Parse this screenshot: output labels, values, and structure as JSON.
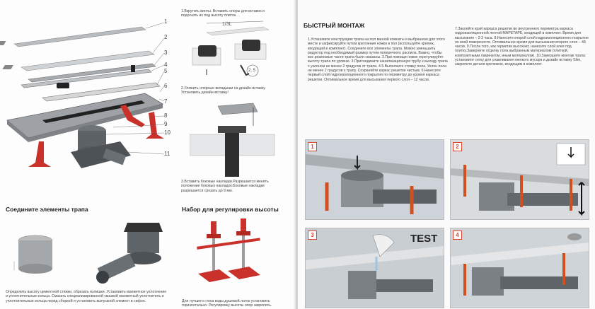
{
  "left_page": {
    "diagram_numbers": [
      "1",
      "2",
      "3",
      "4",
      "5",
      "6",
      "7",
      "8",
      "9",
      "10",
      "11"
    ],
    "step1_text": "1.Вкрутить винты. Вставить опоры для вставок и подогнать их под высоту плиток.",
    "fraction_label": "1/3L",
    "hex_key_label": "2, 5",
    "step2_text": "2.Уложить опорные вкладыши на дизайн-вставку. Установить дизайн-вставку!",
    "step3_text": "3.Вставить боковые накладки.Разрешается менять положение боковых накладок.Боковые накладки разрешается срезать до 9 мм.",
    "section_connect_title": "Соедините элементы трапа",
    "section_height_title": "Набор для регулировки высоты",
    "connect_text": "Определить высоту цементной стяжки, обрезать излишки. Установить манжетное уплотнение и уплотнительные кольца. Смазать специализированной смазкой манжетный уплотнитель и уплотнительные кольца перед сборкой и установить выпускной элемент в сифон.",
    "height_text": "Для лучшего стока воды душевой лоток установить горизонтально. Регулировку высоты опор закрепить."
  },
  "right_page": {
    "title": "БЫСТРЫЙ МОНТАЖ",
    "col1_text": "1.Установите конструкцию трапа на пол ванной комнаты в выбранном для этого месте и зафиксируйте путем крепления ножек в пол (используйте крепеж, входящий в комплект). Соедините все элементы трапа. Можно уменьшить редуктор под необходимый размер путем поперечного распила. Важно, чтобы все резиновые части трапа были смазаны. 2.При помощи ножек отрегулируйте высоту трапа по уровню. 3.Присоедините канализационную трубу к выходу трапа с уклоном не менее 2 градусов от трапа. 4.5.Выполните стяжку пола. Уклон пола не менее 2 градусов к трапу. Сохраняйте каркас решетки чистым. 6.Нанесите первый слой гидроизоляционного покрытия по периметру до уровня каркаса решетки. Оптимальное время для высыхания первого слоя – 12 часов.",
    "col2_text": "7.Заклейте край каркаса решетки во внутреннего периметра каркаса гидроизоляционной лентой MAPETAPE, входящей в комплект. Время для высыхания – 2-3 часа. 8.Нанесите второй слой гидроизоляционного покрытия по всей поверхности. Оптимальное время для высыхания второго слоя – 48 часов. 9.После того, как герметик высохнет, нанесите слой клея под плитку.Заверните отделку пола выбранным материалом (плиткой, композитными ламинатом, иным материалом). 10.Завершите монтаж трапа: установите сетку для улавливания мелкого мусора и дизайн вставку Slim, закрепите детали крепежом, входящим в комплект.",
    "photo_badges": [
      "1",
      "2",
      "3",
      "4"
    ],
    "test_label": "TEST"
  }
}
